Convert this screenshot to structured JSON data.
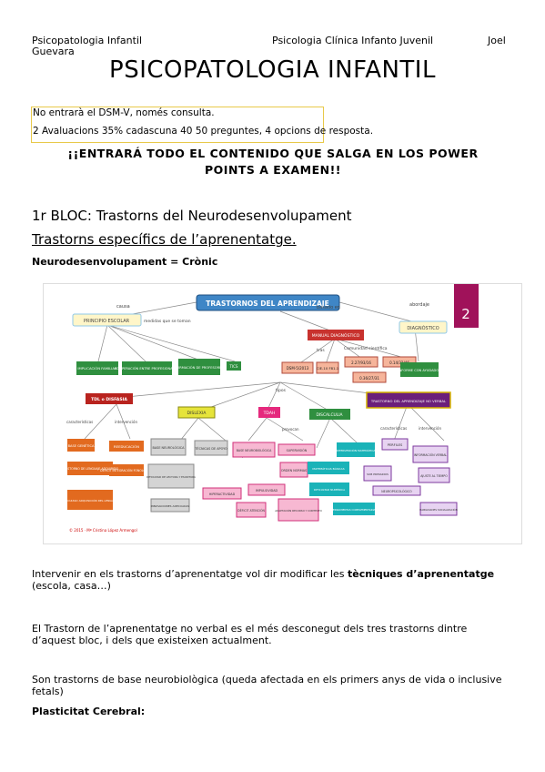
{
  "header": {
    "left": "Psicopatologia Infantil",
    "center": "Psicologia Clínica Infanto Juvenil",
    "right": "Joel",
    "left_line2": "Guevara"
  },
  "title": "PSICOPATOLOGIA INFANTIL",
  "note": {
    "line1": "No entrarà el DSM-V, només consulta.",
    "line2": "2 Avaluacions 35% cadascuna 40 50 preguntes, 4 opcions de resposta."
  },
  "banner": {
    "line1": "¡¡ENTRARÁ TODO EL CONTENIDO QUE SALGA EN LOS POWER",
    "line2": "POINTS A EXAMEN!!"
  },
  "section": {
    "bloc": "1r BLOC: Trastorns del Neurodesenvolupament",
    "subtitle": "Trastorns específics de l’aprenentatge.",
    "neuro": "Neurodesenvolupament = Crònic"
  },
  "diagram": {
    "main": "TRASTORNOS DEL APRENDIZAJE",
    "slide_number": "2",
    "left_top": "PRINCIPIO ESCOLAR",
    "right_top": "DIAGNÓSTICO",
    "causa": "causa",
    "basado": "basado en",
    "abordaje": "abordaje",
    "medidas": "medidas que se toman",
    "g1": "IMPLICACIÓN FAMILIAR",
    "g2": "COOPERACIÓN ENTRE PROFESIONALES",
    "g3": "FORMACIÓN DE PROFESORES",
    "g4": "TICS",
    "manual": "MANUAL DIAGNÓSTICO",
    "tras": "tras",
    "comunidad": "Comunidad científica",
    "c1": "DSM-5/2013",
    "c2": "CIE-10 F81.1",
    "c3": "2.27/93/16",
    "c4": "0.14/32/46",
    "c5": "0.36/27/31",
    "basado_test": "INFORME CON AYUDADOS",
    "tipos": "tipos",
    "tdl": "TDL o DISFASIA",
    "dislexia": "DISLEXIA",
    "tdah": "TDAH",
    "discalculia": "DISCALCULIA",
    "tanv": "TRASTORNO DEL APRENDIZAJE NO VERBAL",
    "caract": "características",
    "interv": "intervención",
    "red1": "BASE GENÉTICA",
    "red2": "REEDUCACIÓN",
    "red3": "TRASTORNO DE LENGUAJE ADQUIRIDO",
    "red4": "DIFICULTAD ADQUISICIÓN DEL LENGUAJE",
    "red5": "DÉFICIT INTEGRACIÓN FONOLÓGICA",
    "gr1": "BASE NEUROLÓGICA",
    "gr2": "TÉCNICAS DE APOYO",
    "gr3": "DIFICULTAD DE LECTURA Y ESCRITURA",
    "gr4": "INNOVACIONES ADECUADAS",
    "pk1": "BASE NEUROBIOLÓGICA",
    "pk2": "SUPERVISIÓN",
    "pk3": "HIPERACTIVIDAD",
    "pk4": "IMPULSIVIDAD",
    "pk5": "ORDEN NORMAS",
    "pk6": "DÉFICIT ATENCIÓN",
    "pk7": "ADAPTACIÓN RECURSO Y CONTEXTO",
    "tq1": "INTERVENCIÓN MATEMÁTICA",
    "tq2": "MATEMÁTICAS BÁSICAS",
    "tq3": "DIFICULTAD NUMÉRICA",
    "tq4": "HERRAMIENTAS COMPLEMENTARIAS",
    "pu1": "PERFILES",
    "pu2": "INFORMACIÓN VERBAL",
    "pu3": "AJUSTE AL TIEMPO",
    "pu4": "NEUROPSICOLÓGICO",
    "pu5": "HABILIDADES SOCIALES",
    "pu6": "HABILIDADES SOCIALIZACIÓN",
    "pu7": "SUB PRIMARIOS",
    "credit": "© 2015 · Mª Cristina López Armengol",
    "presentan": "presentan",
    "provocan": "provocan"
  },
  "paragraphs": {
    "p1_a": "Intervenir en els trastorns d’aprenentatge vol dir modificar les ",
    "p1_b": "tècniques d’aprenentatge",
    "p1_c": "(escola, casa…)",
    "p2_a": "El Trastorn de l’aprenentatge no verbal es el més desconegut dels tres trastorns dintre",
    "p2_b": "d’aquest bloc, i dels que existeixen actualment.",
    "p3_a": "Son trastorns de base neurobiològica (queda afectada en els primers anys de vida o inclusive",
    "p3_b": "fetals)",
    "p4": "Plasticitat Cerebral:"
  }
}
